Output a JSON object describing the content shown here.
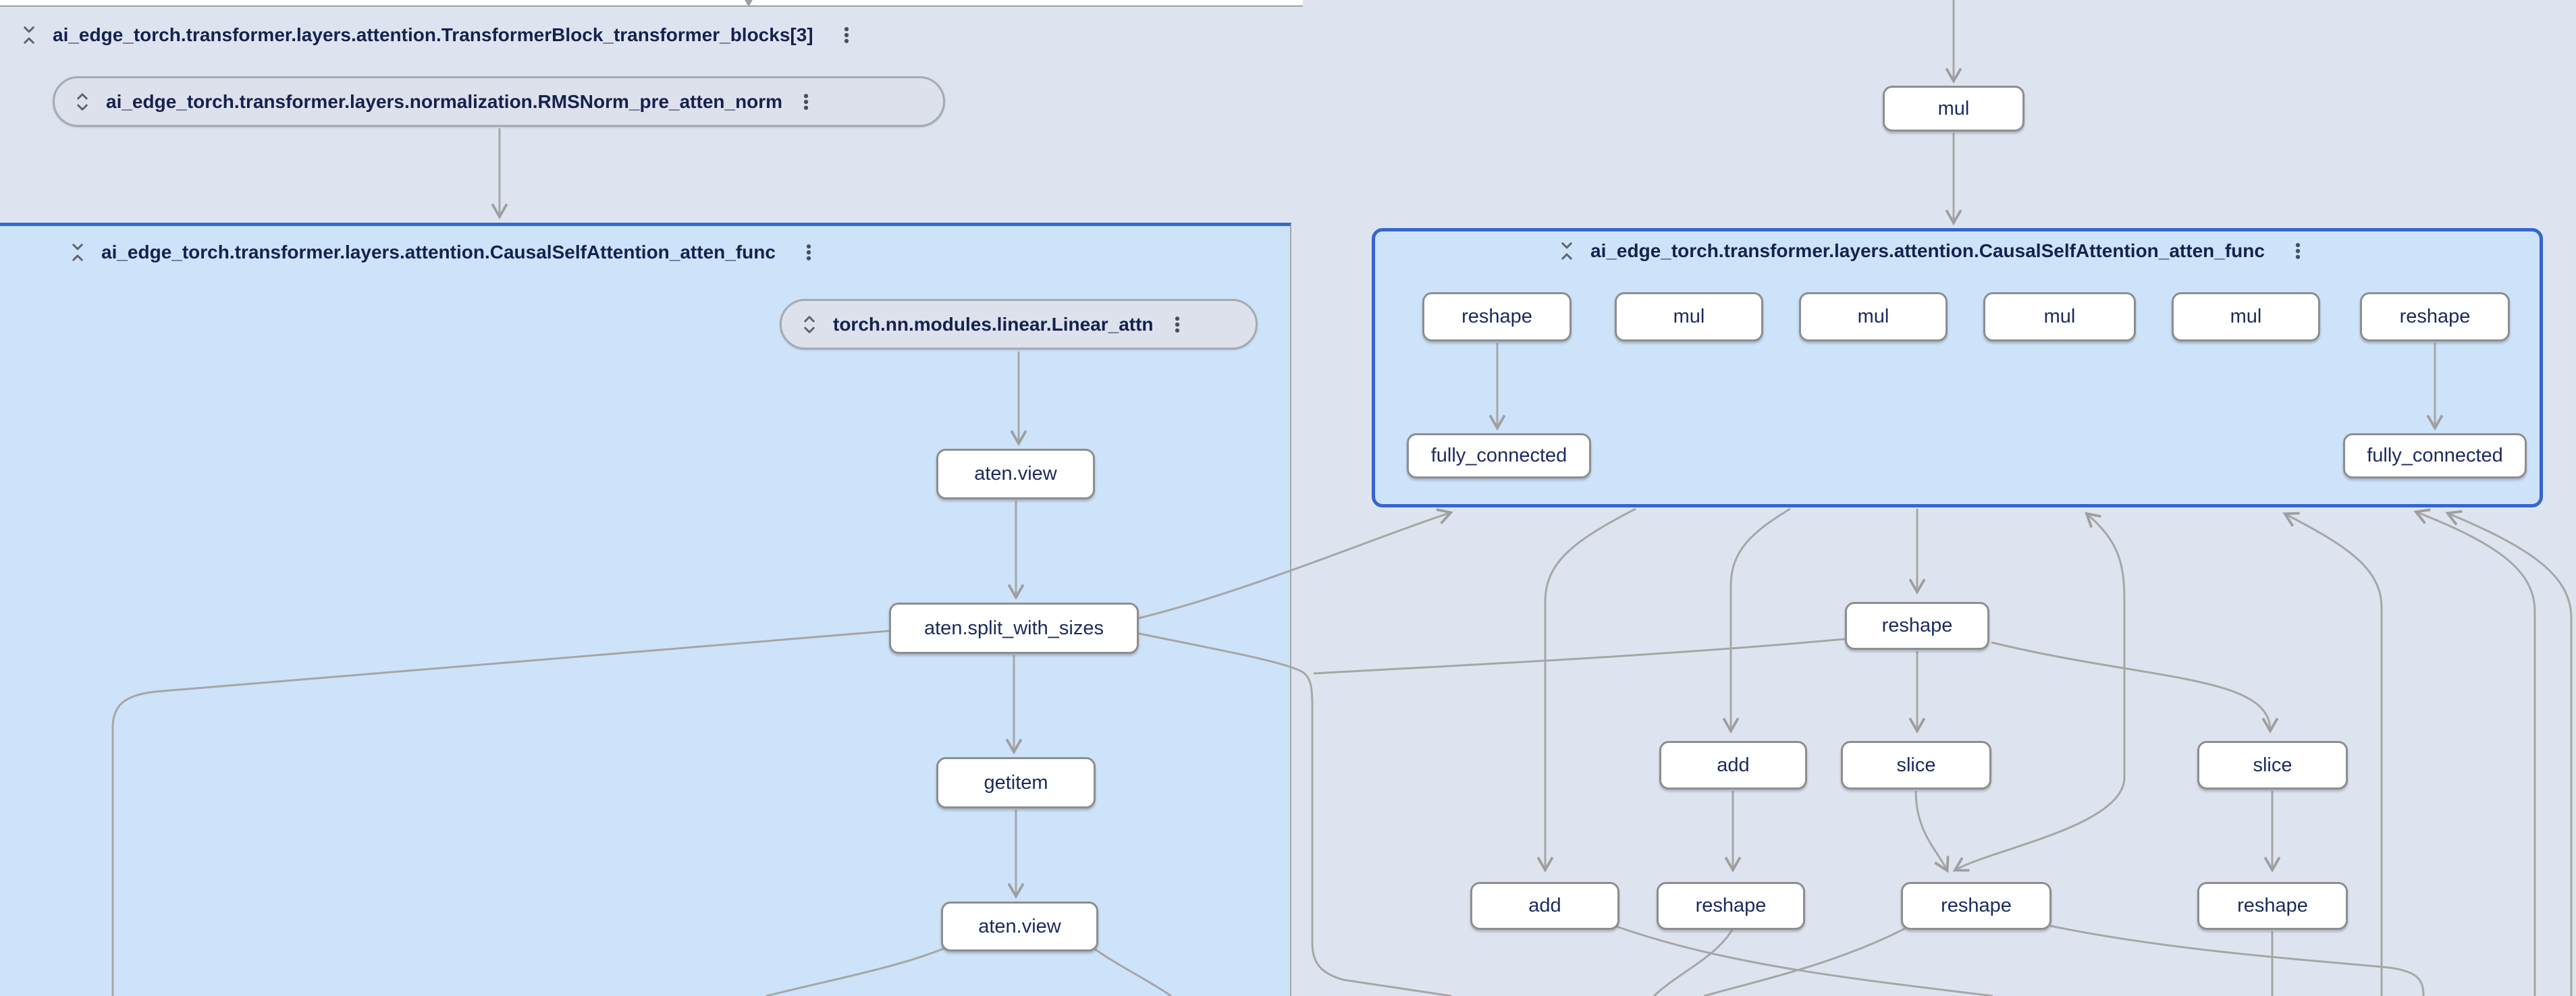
{
  "window": {
    "app": "model-graph-visualizer"
  },
  "colors": {
    "canvas_background": "#dee4ef",
    "group_panel_fill": "#cde3f9",
    "selection_border_blue": "#3566cf",
    "node_fill": "#ffffff",
    "node_border_gray": "#8e8e8e",
    "edge_gray": "#a6a6a6",
    "title_text_navy": "#15214e",
    "node_text_navy": "#1b2a5e",
    "pill_fill": "#dce1ec",
    "top_strip_white": "#ffffff"
  },
  "blocks": {
    "transformer_block": {
      "title": "ai_edge_torch.transformer.layers.attention.TransformerBlock_transformer_blocks[3]",
      "collapse_icon": "unfold-less",
      "menu_icon": "more-vert"
    },
    "pre_atten_norm_pill": {
      "label": "ai_edge_torch.transformer.layers.normalization.RMSNorm_pre_atten_norm",
      "expand_icon": "unfold-more",
      "menu_icon": "more-vert"
    },
    "attention_left": {
      "title": "ai_edge_torch.transformer.layers.attention.CausalSelfAttention_atten_func",
      "collapse_icon": "unfold-less",
      "menu_icon": "more-vert"
    },
    "linear_attn_pill": {
      "label": "torch.nn.modules.linear.Linear_attn",
      "expand_icon": "unfold-more",
      "menu_icon": "more-vert"
    },
    "attention_right": {
      "title": "ai_edge_torch.transformer.layers.attention.CausalSelfAttention_atten_func",
      "collapse_icon": "unfold-less",
      "menu_icon": "more-vert"
    }
  },
  "nodes": {
    "left": [
      {
        "label": "aten.view"
      },
      {
        "label": "aten.split_with_sizes"
      },
      {
        "label": "getitem"
      },
      {
        "label": "aten.view"
      }
    ],
    "right_top": [
      {
        "label": "mul"
      }
    ],
    "attn_row1": [
      {
        "label": "reshape"
      },
      {
        "label": "mul"
      },
      {
        "label": "mul"
      },
      {
        "label": "mul"
      },
      {
        "label": "mul"
      },
      {
        "label": "reshape"
      }
    ],
    "attn_row2": [
      {
        "label": "fully_connected"
      },
      {
        "label": "fully_connected"
      }
    ],
    "mid": [
      {
        "label": "reshape"
      }
    ],
    "row_c": [
      {
        "label": "add"
      },
      {
        "label": "slice"
      },
      {
        "label": "slice"
      }
    ],
    "row_d": [
      {
        "label": "add"
      },
      {
        "label": "reshape"
      },
      {
        "label": "reshape"
      },
      {
        "label": "reshape"
      }
    ]
  }
}
